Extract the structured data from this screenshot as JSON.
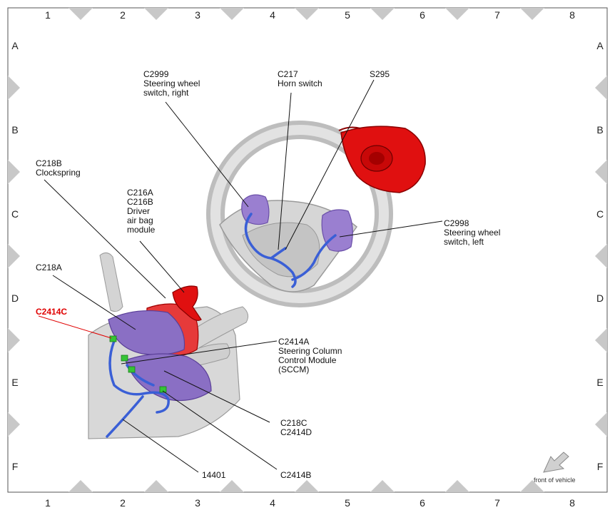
{
  "grid": {
    "numbers": [
      "1",
      "2",
      "3",
      "4",
      "5",
      "6",
      "7",
      "8"
    ],
    "letters": [
      "A",
      "B",
      "C",
      "D",
      "E",
      "F"
    ]
  },
  "callouts": {
    "c2999": "C2999\nSteering wheel\nswitch, right",
    "c217": "C217\nHorn switch",
    "s295": "S295",
    "c218b": "C218B\nClockspring",
    "c216": "C216A\nC216B\nDriver\nair bag\nmodule",
    "c2998": "C2998\nSteering wheel\nswitch, left",
    "c218a": "C218A",
    "c2414c": "C2414C",
    "c2414a": "C2414A\nSteering Column\nControl Module\n(SCCM)",
    "c218c": "C218C\nC2414D",
    "c14401": "14401",
    "c2414b": "C2414B"
  },
  "front_of_vehicle": "front of vehicle",
  "colors": {
    "highlight": "#e00000",
    "harness": "#3a5fd6",
    "connector": "#8a6fc4",
    "airbag": "#e01010",
    "marker": "#c8c8c8"
  }
}
